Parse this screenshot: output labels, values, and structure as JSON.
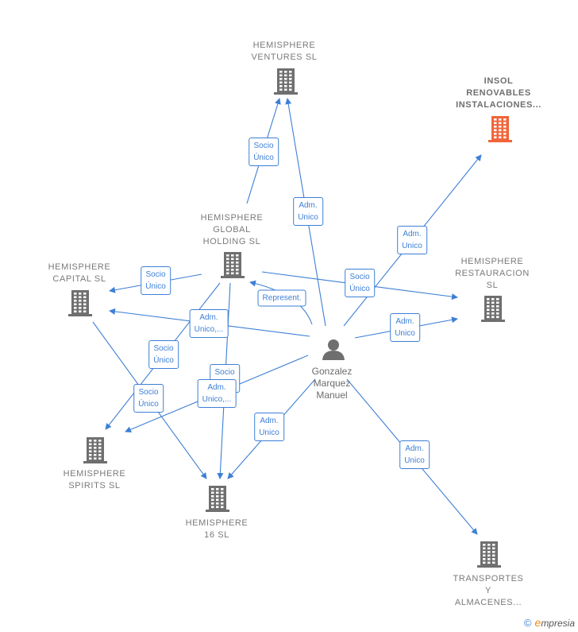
{
  "nodes": [
    {
      "id": "ventures",
      "lines": [
        "HEMISPHERE",
        "VENTURES  SL"
      ]
    },
    {
      "id": "insol",
      "lines": [
        "INSOL",
        "RENOVABLES",
        "INSTALACIONES..."
      ]
    },
    {
      "id": "global",
      "lines": [
        "HEMISPHERE",
        "GLOBAL",
        "HOLDING  SL"
      ]
    },
    {
      "id": "capital",
      "lines": [
        "HEMISPHERE",
        "CAPITAL  SL"
      ]
    },
    {
      "id": "restauracion",
      "lines": [
        "HEMISPHERE",
        "RESTAURACION",
        "SL"
      ]
    },
    {
      "id": "spirits",
      "lines": [
        "HEMISPHERE",
        "SPIRITS  SL"
      ]
    },
    {
      "id": "h16",
      "lines": [
        "HEMISPHERE",
        "16  SL"
      ]
    },
    {
      "id": "transportes",
      "lines": [
        "TRANSPORTES",
        "Y",
        "ALMACENES..."
      ]
    }
  ],
  "person": {
    "id": "person",
    "lines": [
      "Gonzalez",
      "Marquez",
      "Manuel"
    ]
  },
  "edges": [
    {
      "id": "global-ventures",
      "label": [
        "Socio",
        "Único"
      ]
    },
    {
      "id": "person-ventures",
      "label": [
        "Adm.",
        "Unico"
      ]
    },
    {
      "id": "person-insol",
      "label": [
        "Adm.",
        "Unico"
      ]
    },
    {
      "id": "global-capital",
      "label": [
        "Socio",
        "Único"
      ]
    },
    {
      "id": "global-restauracion",
      "label": [
        "Socio",
        "Único"
      ]
    },
    {
      "id": "person-global",
      "label": [
        "Represent."
      ]
    },
    {
      "id": "person-capital",
      "label": [
        "Adm.",
        "Unico,..."
      ]
    },
    {
      "id": "person-restauracion",
      "label": [
        "Adm.",
        "Unico"
      ]
    },
    {
      "id": "global-spirits",
      "label": [
        "Socio",
        "Único"
      ]
    },
    {
      "id": "global-h16",
      "label": [
        "Socio",
        "Único"
      ]
    },
    {
      "id": "capital-h16",
      "label": [
        "Socio",
        "Único"
      ]
    },
    {
      "id": "person-spirits",
      "label": [
        "Adm.",
        "Unico,..."
      ]
    },
    {
      "id": "person-h16",
      "label": [
        "Adm.",
        "Unico"
      ]
    },
    {
      "id": "person-transportes",
      "label": [
        "Adm.",
        "Unico"
      ]
    }
  ],
  "colors": {
    "edge": "#3d7fd6",
    "building": "#6f6f6f",
    "highlight_building": "#f0653a",
    "person": "#6f6f6f"
  },
  "footer": {
    "copyright": "©",
    "brand_initial": "e",
    "brand_rest": "mpresia"
  }
}
